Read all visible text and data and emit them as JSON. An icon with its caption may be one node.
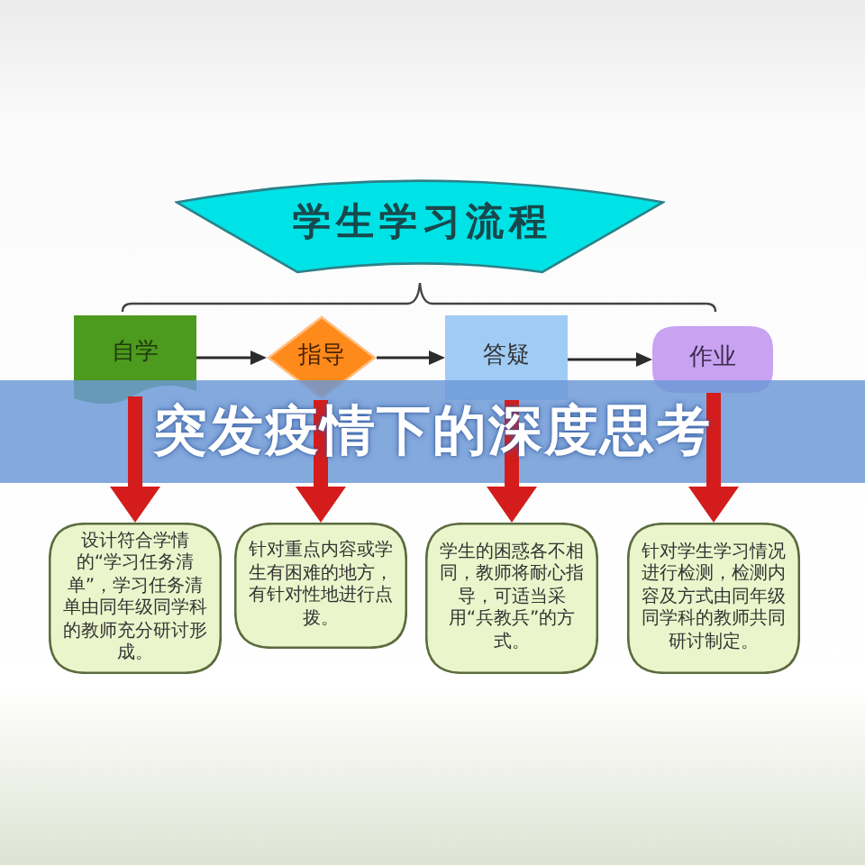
{
  "diagram": {
    "title": "突发疫情下的深度思考",
    "nodes": [
      {
        "text": [
          "学生学习流程"
        ]
      },
      {
        "text": [
          "自学"
        ]
      },
      {
        "text": [
          "指导"
        ]
      },
      {
        "text": [
          "答疑"
        ]
      },
      {
        "text": [
          "作业"
        ]
      },
      {
        "text": [
          "设计符合学情的“学习任务清单”，学习任务清单由同年级同学科的教师充分研讨形成。"
        ]
      },
      {
        "text": [
          "针对重点内容或学生有困难的地方，有针对性地进行点拨。"
        ]
      },
      {
        "text": [
          "学生的困惑各不相同，教师将耐心指导，可适当采用“兵教兵”的方式。"
        ]
      },
      {
        "text": [
          "针对学生学习情况进行检测，检测内容及方式由同年级同学科的教师共同研讨制定。"
        ]
      }
    ],
    "edges": [
      {
        "from": 1,
        "to": 2,
        "arrow": "to",
        "color": "#2b2b2b"
      },
      {
        "from": 2,
        "to": 3,
        "arrow": "to",
        "color": "#2b2b2b"
      },
      {
        "from": 3,
        "to": 4,
        "arrow": "to",
        "color": "#2b2b2b"
      },
      {
        "from": 1,
        "to": 5,
        "arrow": "to",
        "color": "#d41c1c"
      },
      {
        "from": 2,
        "to": 6,
        "arrow": "to",
        "color": "#d41c1c"
      },
      {
        "from": 3,
        "to": 7,
        "arrow": "to",
        "color": "#d41c1c"
      },
      {
        "from": 4,
        "to": 8,
        "arrow": "to",
        "color": "#d41c1c"
      }
    ]
  }
}
